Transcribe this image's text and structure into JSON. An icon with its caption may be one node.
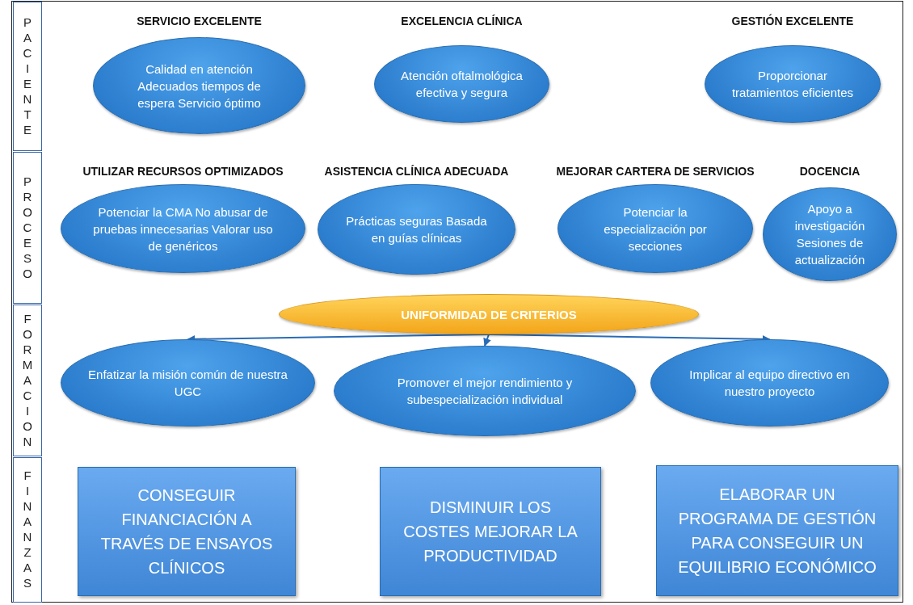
{
  "diagram": {
    "nodes": [
      {
        "text": [
          "PACIENTE"
        ]
      },
      {
        "text": [
          "SERVICIO EXCELENTE",
          "Calidad en atención Adecuados tiempos de espera Servicio óptimo"
        ]
      },
      {
        "text": [
          "EXCELENCIA CLÍNICA",
          "Atención oftalmológica efectiva y segura"
        ]
      },
      {
        "text": [
          "GESTIÓN EXCELENTE",
          "Proporcionar tratamientos eficientes"
        ]
      },
      {
        "text": [
          "PROCESO"
        ]
      },
      {
        "text": [
          "UTILIZAR RECURSOS OPTIMIZADOS",
          "Potenciar la CMA No abusar de pruebas innecesarias Valorar uso de genéricos"
        ]
      },
      {
        "text": [
          "ASISTENCIA CLÍNICA ADECUADA",
          "Prácticas seguras Basada en guías clínicas"
        ]
      },
      {
        "text": [
          "MEJORAR CARTERA DE SERVICIOS",
          "Potenciar la especialización por secciones"
        ]
      },
      {
        "text": [
          "DOCENCIA",
          "Apoyo a investigación Sesiones de actualización"
        ]
      },
      {
        "text": [
          "FORMACION"
        ]
      },
      {
        "text": [
          "UNIFORMIDAD DE CRITERIOS"
        ]
      },
      {
        "text": [
          "Enfatizar la misión común de nuestra UGC"
        ]
      },
      {
        "text": [
          "Promover el mejor rendimiento y subespecialización individual"
        ]
      },
      {
        "text": [
          "Implicar al equipo directivo en nuestro proyecto"
        ]
      },
      {
        "text": [
          "FINANZAS"
        ]
      },
      {
        "text": [
          "CONSEGUIR FINANCIACIÓN A TRAVÉS DE ENSAYOS CLÍNICOS"
        ]
      },
      {
        "text": [
          "DISMINUIR LOS COSTES MEJORAR LA PRODUCTIVIDAD"
        ]
      },
      {
        "text": [
          "ELABORAR UN PROGRAMA DE GESTIÓN PARA CONSEGUIR UN EQUILIBRIO ECONÓMICO"
        ]
      }
    ],
    "edges": [
      {
        "from": 10,
        "to": 11,
        "arrow": "to"
      },
      {
        "from": 10,
        "to": 12,
        "arrow": "to"
      },
      {
        "from": 10,
        "to": 13,
        "arrow": "to"
      }
    ]
  }
}
